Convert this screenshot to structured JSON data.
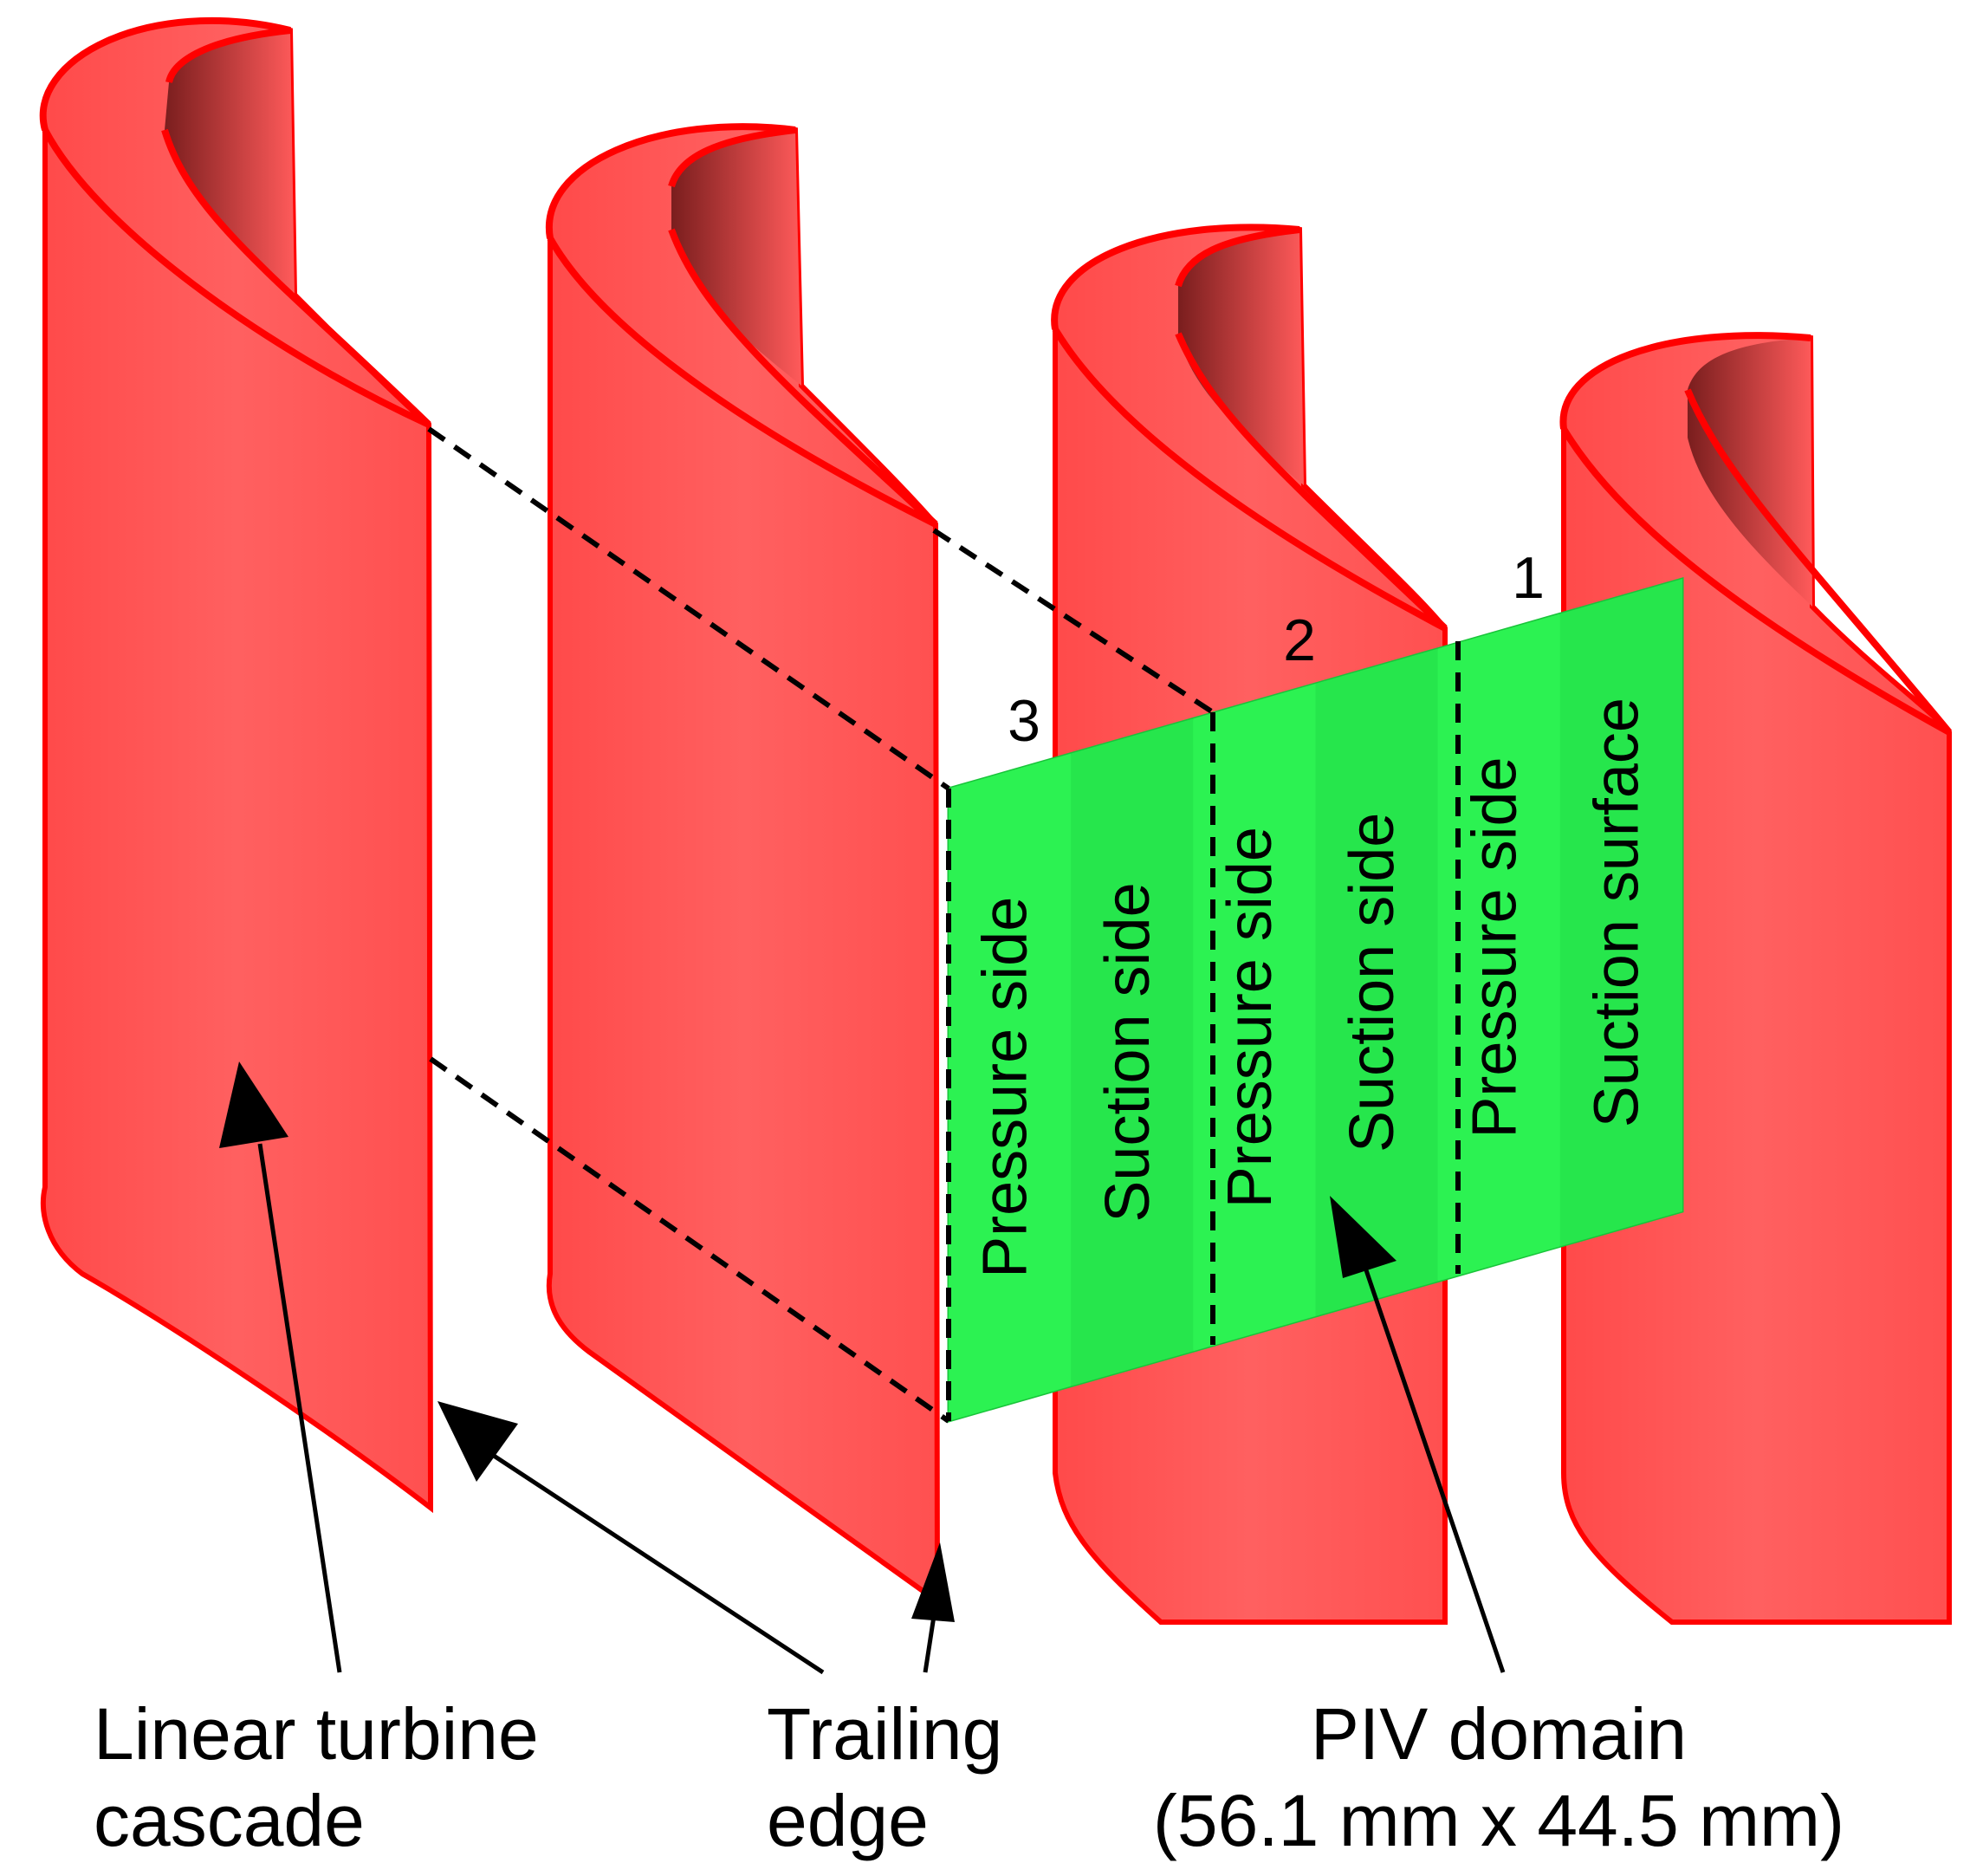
{
  "colors": {
    "blade_fill": "#ff5757",
    "blade_edge": "#ff0000",
    "blade_shadow": "#9a2a2a",
    "piv_fill": "#29f04f",
    "piv_edge": "#19c43a",
    "ink": "#000000"
  },
  "piv_bands": [
    {
      "label": "Pressure side"
    },
    {
      "label": "Suction side"
    },
    {
      "label": "Pressure side"
    },
    {
      "label": "Suction side"
    },
    {
      "label": "Pressure side"
    },
    {
      "label": "Suction surface"
    }
  ],
  "passage_numbers": [
    "1",
    "2",
    "3"
  ],
  "captions": {
    "cascade": [
      "Linear turbine",
      "cascade"
    ],
    "trailing_edge": [
      "Trailing",
      "edge"
    ],
    "piv": [
      "PIV domain",
      "(56.1 mm x 44.5 mm)"
    ]
  }
}
